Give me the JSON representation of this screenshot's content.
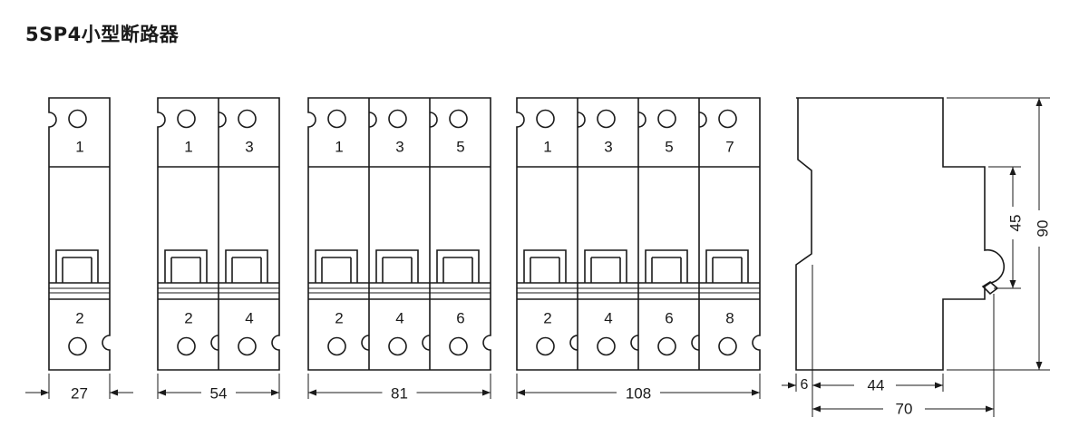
{
  "title": "5SP4小型断路器",
  "breakers": [
    {
      "width_mm": "27",
      "top_terminals": [
        "1"
      ],
      "bottom_terminals": [
        "2"
      ]
    },
    {
      "width_mm": "54",
      "top_terminals": [
        "1",
        "3"
      ],
      "bottom_terminals": [
        "2",
        "4"
      ]
    },
    {
      "width_mm": "81",
      "top_terminals": [
        "1",
        "3",
        "5"
      ],
      "bottom_terminals": [
        "2",
        "4",
        "6"
      ]
    },
    {
      "width_mm": "108",
      "top_terminals": [
        "1",
        "3",
        "5",
        "7"
      ],
      "bottom_terminals": [
        "2",
        "4",
        "6",
        "8"
      ]
    }
  ],
  "side_view": {
    "height": "90",
    "rail_height": "45",
    "offset": "6",
    "depth_body": "44",
    "depth_total": "70"
  }
}
